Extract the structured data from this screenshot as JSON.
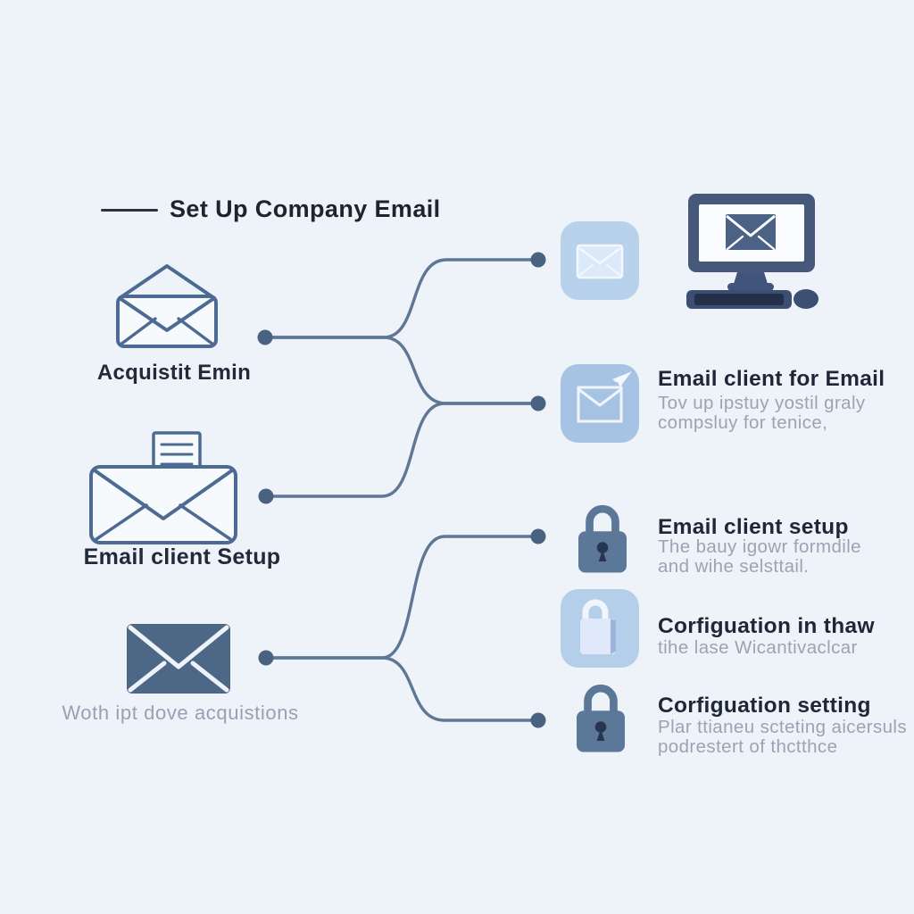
{
  "title": "Set Up Company Email",
  "left_items": [
    {
      "icon": "open-envelope-icon",
      "label": "Acquistit Emin"
    },
    {
      "icon": "envelope-document-icon",
      "label": "Email client Setup"
    },
    {
      "icon": "solid-envelope-icon",
      "label": "Woth ipt dove acquistions"
    }
  ],
  "right_items": [
    {
      "icon": "mail-app-icon",
      "title": "",
      "lines": []
    },
    {
      "icon": "mail-send-app-icon",
      "title": "Email client for Email",
      "lines": [
        "Tov up ipstuy yostil graly",
        "compsluy for tenice,"
      ]
    },
    {
      "icon": "padlock-icon",
      "title": "Email client setup",
      "lines": [
        "The bauy igowr formdile",
        "and wihe selsttail."
      ]
    },
    {
      "icon": "padlock-app-icon",
      "title": "Corfiguation in thaw",
      "lines": [
        "tihe lase Wicantivaclcar"
      ]
    },
    {
      "icon": "padlock-icon",
      "title": "Corfiguation setting",
      "lines": [
        "Plar ttianeu scteting aicersuls",
        "podrestert of thctthce"
      ]
    }
  ],
  "illustration": {
    "name": "desktop-computer-with-email"
  },
  "colors": {
    "background": "#eef2f9",
    "connector_line": "#5d7795",
    "connector_dot": "#48627f",
    "icon_outline": "#4d6b92",
    "icon_fill": "#f7fafd",
    "solid_envelope": "#4d6787",
    "app_tile_light": "#b9d2ec",
    "app_tile_medium": "#a6c3e3",
    "lock_body": "#5c7898",
    "lock_keyhole": "#273650",
    "monitor_frame": "#46597b",
    "title_text": "#1c2430",
    "label_text": "#222a39",
    "muted_text": "#96a2b2"
  }
}
